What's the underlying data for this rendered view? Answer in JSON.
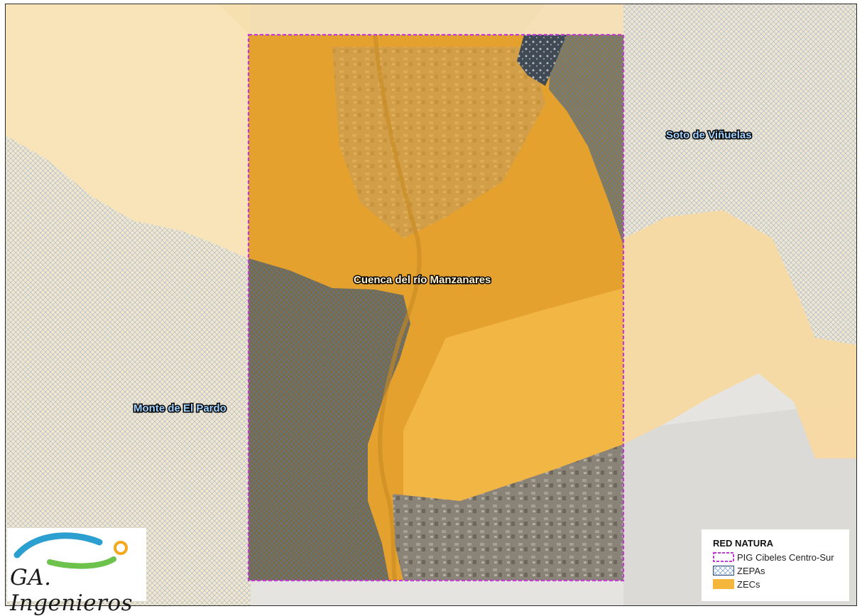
{
  "map": {
    "labels": {
      "soto": "Soto de Viñuelas",
      "monte": "Monte de El Pardo",
      "cuenca": "Cuenca del río Manzanares"
    }
  },
  "legend": {
    "title": "RED NATURA",
    "items": [
      {
        "label": "PIG Cibeles Centro-Sur"
      },
      {
        "label": "ZEPAs"
      },
      {
        "label": "ZECs"
      }
    ]
  },
  "logo": {
    "text": "GA. Ingenieros"
  },
  "colors": {
    "zec": "#f5b73b",
    "zepa_hatch": "#4f7dbf",
    "boundary": "#c23bd6",
    "base_map": "#e6e4e0",
    "logo_wave": "#2a9fd0",
    "logo_swoosh": "#6cc24a",
    "logo_ring": "#f4a81d"
  }
}
